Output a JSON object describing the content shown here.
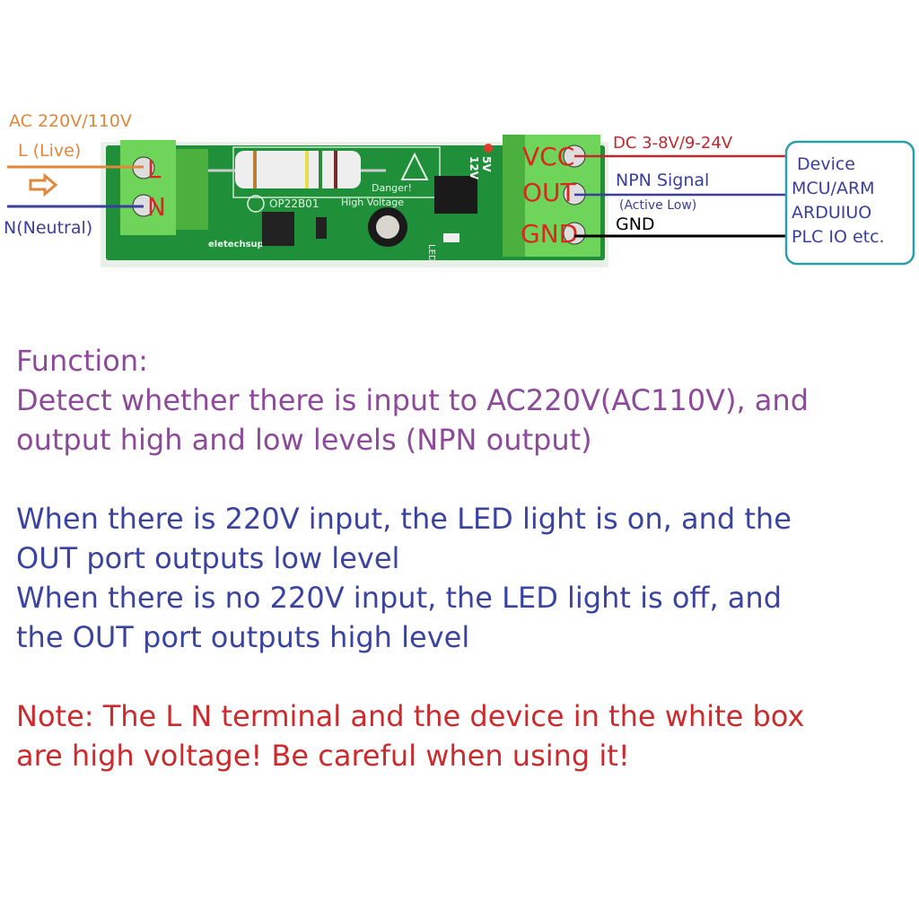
{
  "diagram": {
    "ac_label": "AC 220V/110V",
    "live_label": "L (Live)",
    "neutral_label": "N(Neutral)",
    "terminal_l": "L",
    "terminal_n": "N",
    "board_model": "OP22B01",
    "board_warning_1": "Danger!",
    "board_warning_2": "High Voltage",
    "board_brand": "eletechsup",
    "jumper_5v": "5V",
    "jumper_12v": "12V",
    "led_silk": "LED",
    "terminal_vcc": "VCC",
    "terminal_out": "OUT",
    "terminal_gnd": "GND",
    "vcc_wire_label": "DC 3-8V/9-24V",
    "out_wire_label": "NPN Signal",
    "out_wire_sub": "(Active Low)",
    "gnd_wire_label": "GND",
    "device_box": [
      "Device",
      "MCU/ARM",
      "ARDUIUO",
      "PLC IO etc."
    ],
    "colors": {
      "live": "#e0873a",
      "neutral": "#3a3f9a",
      "vcc": "#c0282d",
      "gnd": "#000000",
      "pcb": "#1f8f3a",
      "terminal": "#5cc84a",
      "device_border": "#2a9fa8"
    }
  },
  "text": {
    "function_heading": "Function:",
    "function_line1": "Detect whether there is input to AC220V(AC110V), and",
    "function_line2": "output high and low levels (NPN output)",
    "on_line1": "When there is 220V input, the LED light is on, and the",
    "on_line2": "OUT port outputs low level",
    "off_line1": "When there is no 220V input, the LED light is off, and",
    "off_line2": "the OUT port outputs high level",
    "note_line1": "Note: The L N terminal and the device in the white box",
    "note_line2": "are high voltage! Be careful when using it!"
  }
}
